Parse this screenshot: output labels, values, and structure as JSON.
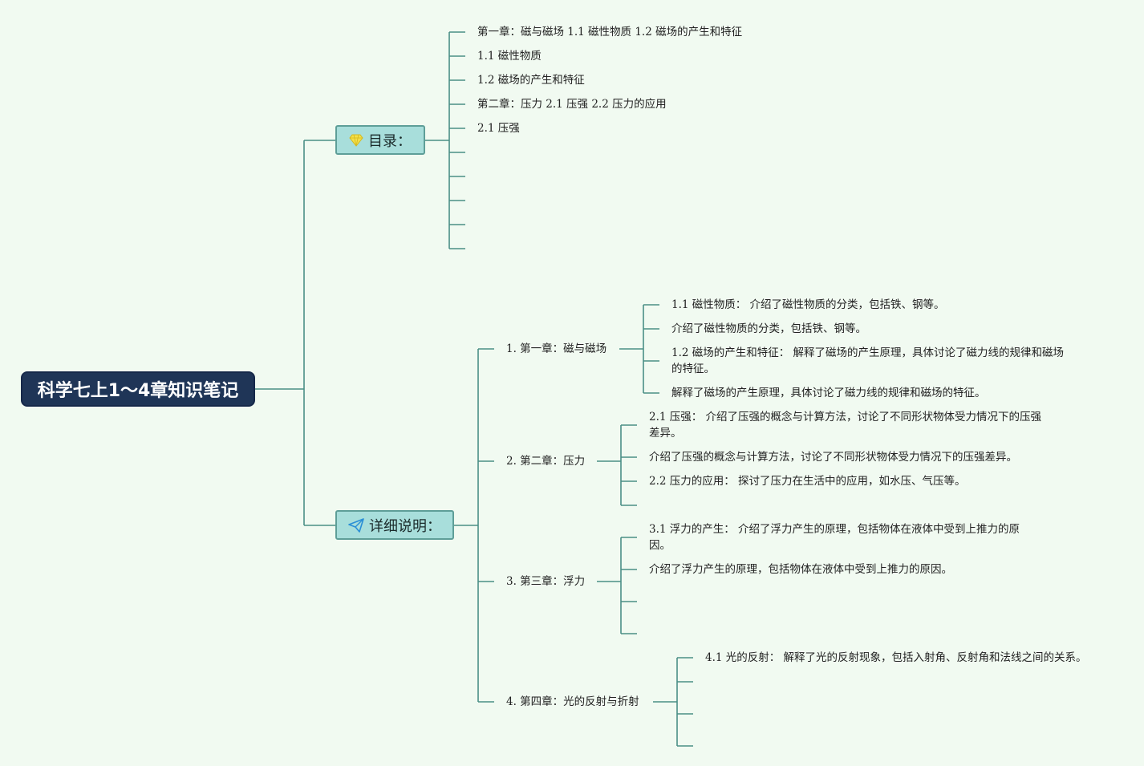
{
  "colors": {
    "line": "#4a8f86",
    "branch_fill": "#a8dedb",
    "root_fill": "#1f3557",
    "background": "#f1faf1"
  },
  "root": {
    "title": "科学七上1～4章知识笔记"
  },
  "toc": {
    "label": "目录：",
    "icon": "gem-icon",
    "items": [
      "第一章：磁与磁场 1.1 磁性物质 1.2 磁场的产生和特征",
      "1.1 磁性物质",
      "1.2 磁场的产生和特征",
      "第二章：压力 2.1 压强 2.2 压力的应用",
      "2.1 压强"
    ]
  },
  "detail": {
    "label": "详细说明：",
    "icon": "paper-plane-icon",
    "chapters": [
      {
        "title": "1. 第一章：磁与磁场",
        "notes": [
          "1.1 磁性物质： 介绍了磁性物质的分类，包括铁、钢等。",
          "介绍了磁性物质的分类，包括铁、钢等。",
          "1.2 磁场的产生和特征： 解释了磁场的产生原理，具体讨论了磁力线的规律和磁场的特征。",
          "解释了磁场的产生原理，具体讨论了磁力线的规律和磁场的特征。"
        ]
      },
      {
        "title": "2. 第二章：压力",
        "notes": [
          "2.1 压强： 介绍了压强的概念与计算方法，讨论了不同形状物体受力情况下的压强差异。",
          "介绍了压强的概念与计算方法，讨论了不同形状物体受力情况下的压强差异。",
          "2.2 压力的应用： 探讨了压力在生活中的应用，如水压、气压等。"
        ]
      },
      {
        "title": "3. 第三章：浮力",
        "notes": [
          "3.1 浮力的产生： 介绍了浮力产生的原理，包括物体在液体中受到上推力的原因。",
          "介绍了浮力产生的原理，包括物体在液体中受到上推力的原因。"
        ]
      },
      {
        "title": "4. 第四章：光的反射与折射",
        "notes": [
          "4.1 光的反射： 解释了光的反射现象，包括入射角、反射角和法线之间的关系。"
        ]
      }
    ]
  }
}
